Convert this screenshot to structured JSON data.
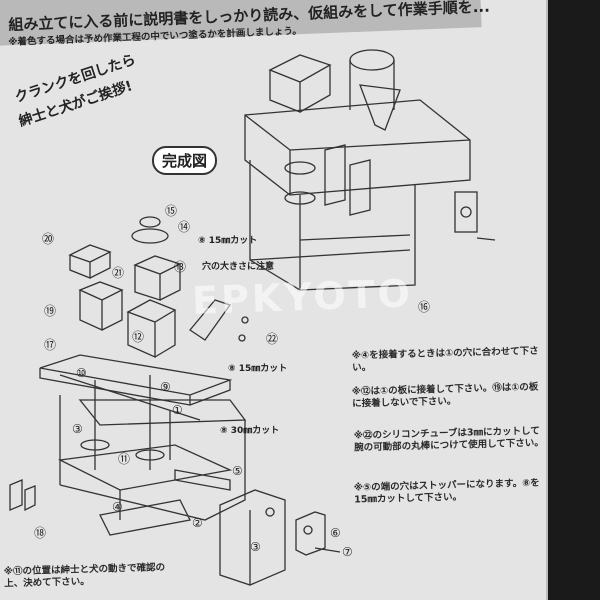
{
  "header": {
    "title": "組み立てに入る前に説明書をしっかり読み、仮組みをして作業手順を...",
    "subtitle": "※着色する場合は予め作業工程の中でいつ塗るかを計画しましょう。"
  },
  "catchphrase": {
    "line1": "クランクを回したら",
    "line2": "紳士と犬がご挨拶!"
  },
  "complete_label": "完成図",
  "watermark": "EPKYOTO",
  "labels": {
    "cut15a": "⑧ 15㎜カット",
    "hole": "穴の大きさに注意",
    "cut15b": "⑧ 15㎜カット",
    "cut30": "⑧ 30㎜カット"
  },
  "parts": [
    "⑳",
    "⑮",
    "⑭",
    "㉑",
    "⑬",
    "⑲",
    "⑯",
    "㉒",
    "⑰",
    "⑫",
    "⑩",
    "⑨",
    "①",
    "③",
    "⑪",
    "⑤",
    "⑱",
    "④",
    "②",
    "③",
    "⑥",
    "⑦"
  ],
  "notes": [
    "※④を接着するときは①の穴に合わせて下さい。",
    "※⑫は①の板に接着して下さい。⑲は①の板に接着しないで下さい。",
    "※㉒のシリコンチューブは3㎜にカットして腕の可動部の丸棒につけて使用して下さい。",
    "※⑤の端の穴はストッパーになります。⑧を15㎜カットして下さい。"
  ],
  "bottom_note": "※⑪の位置は紳士と犬の動きで確認の上、決めて下さい。"
}
